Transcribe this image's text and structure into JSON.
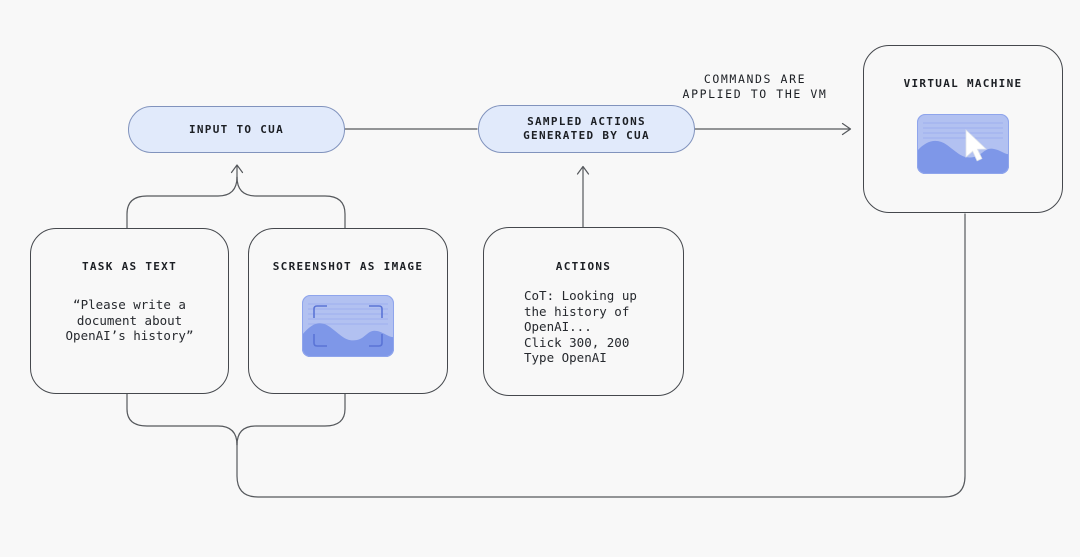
{
  "colors": {
    "background": "#f8f8f8",
    "connector_line": "#55585c",
    "box_border": "#45484d",
    "pill_fill": "#e1eafb",
    "pill_border": "#8193bd",
    "text": "#1c1f24",
    "thumbnail_base": "#b2c1f1",
    "thumbnail_wave": "#7e97e8",
    "thumbnail_bracket": "#5a74d6",
    "cursor_fill": "#ffffff"
  },
  "nodes": {
    "input_pill": {
      "label": "INPUT TO CUA"
    },
    "sampled_pill": {
      "lines": [
        "SAMPLED ACTIONS",
        "GENERATED BY CUA"
      ]
    },
    "vm_box": {
      "title": "VIRTUAL MACHINE"
    },
    "task_box": {
      "title": "TASK AS TEXT",
      "quote_lines": [
        "“Please write a",
        "document about",
        "OpenAI’s history”"
      ]
    },
    "screenshot_box": {
      "title": "SCREENSHOT AS IMAGE"
    },
    "actions_box": {
      "title": "ACTIONS",
      "lines": [
        "CoT: Looking up",
        "the history of",
        "OpenAI...",
        "Click 300, 200",
        "Type OpenAI"
      ]
    }
  },
  "annotations": {
    "commands_label": {
      "lines": [
        "COMMANDS ARE",
        "APPLIED TO THE VM"
      ]
    }
  },
  "icons": {
    "screenshot_thumbnail": "screenshot-crop-icon",
    "vm_thumbnail": "screen-with-cursor-icon",
    "cursor": "mouse-cursor-icon"
  }
}
